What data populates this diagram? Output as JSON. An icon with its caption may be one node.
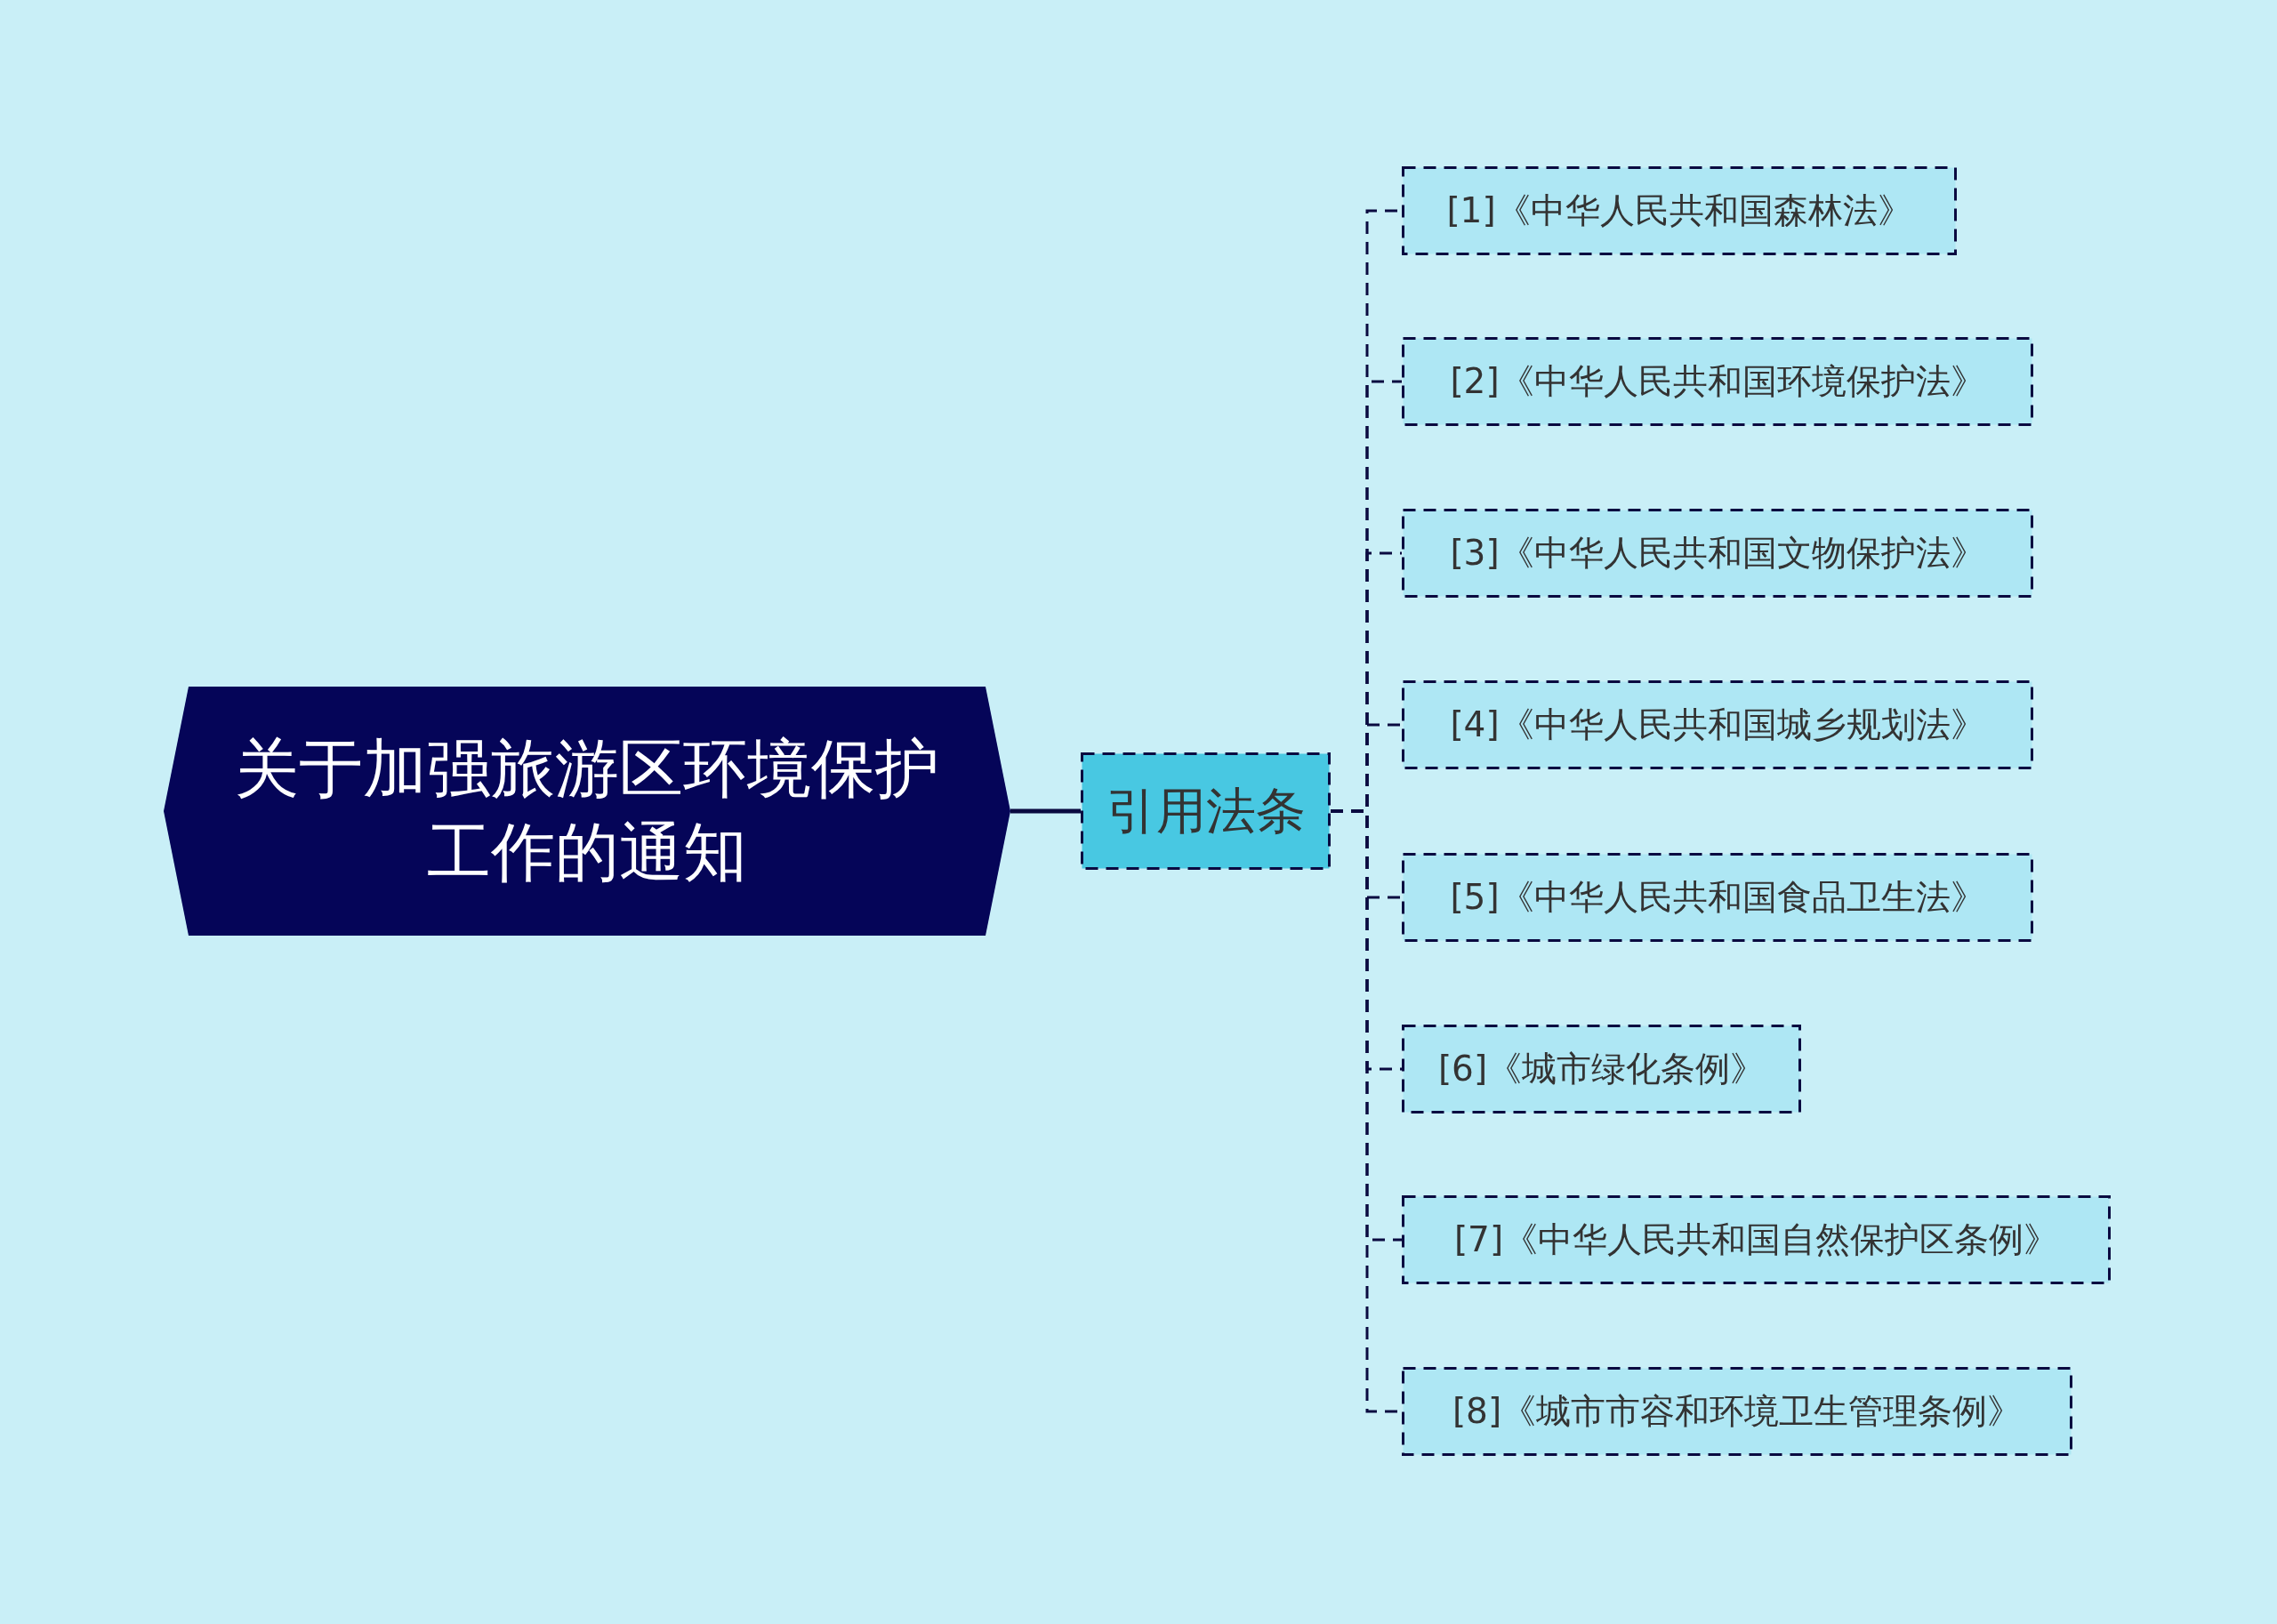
{
  "diagram": {
    "nodes": [
      {
        "text": [
          "关于加强旅游区环境保护工作的通知"
        ]
      },
      {
        "text": [
          "引用法条"
        ]
      },
      {
        "text": [
          "[1]《中华人民共和国森林法》"
        ]
      },
      {
        "text": [
          "[2]《中华人民共和国环境保护法》"
        ]
      },
      {
        "text": [
          "[3]《中华人民共和国文物保护法》"
        ]
      },
      {
        "text": [
          "[4]《中华人民共和国城乡规划法》"
        ]
      },
      {
        "text": [
          "[5]《中华人民共和国食品卫生法》"
        ]
      },
      {
        "text": [
          "[6]《城市绿化条例》"
        ]
      },
      {
        "text": [
          "[7]《中华人民共和国自然保护区条例》"
        ]
      },
      {
        "text": [
          "[8]《城市市容和环境卫生管理条例》"
        ]
      }
    ],
    "edges": [
      {
        "from": 0,
        "to": 1,
        "arrow": "none"
      },
      {
        "from": 1,
        "to": 2,
        "arrow": "none",
        "style": "dashed"
      },
      {
        "from": 1,
        "to": 3,
        "arrow": "none",
        "style": "dashed"
      },
      {
        "from": 1,
        "to": 4,
        "arrow": "none",
        "style": "dashed"
      },
      {
        "from": 1,
        "to": 5,
        "arrow": "none",
        "style": "dashed"
      },
      {
        "from": 1,
        "to": 6,
        "arrow": "none",
        "style": "dashed"
      },
      {
        "from": 1,
        "to": 7,
        "arrow": "none",
        "style": "dashed"
      },
      {
        "from": 1,
        "to": 8,
        "arrow": "none",
        "style": "dashed"
      },
      {
        "from": 1,
        "to": 9,
        "arrow": "none",
        "style": "dashed"
      }
    ]
  }
}
